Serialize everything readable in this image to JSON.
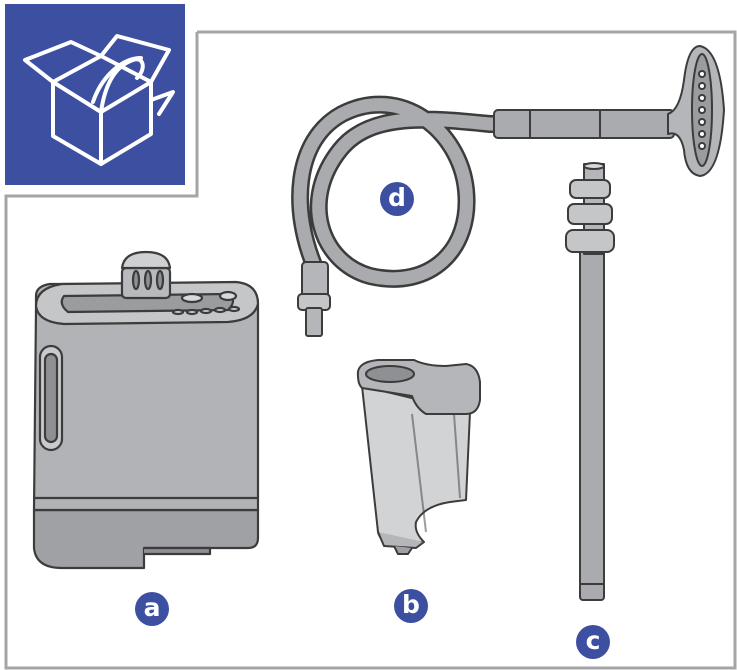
{
  "labels": {
    "a": "a",
    "b": "b",
    "c": "c",
    "d": "d"
  },
  "icons": {
    "unboxing": "open-box-icon"
  },
  "colors": {
    "accent": "#3d4fa0",
    "frame": "#a5a5a5",
    "part_fill": "#a9abae",
    "part_outline": "#3c3c3c",
    "clear_part": "#cfd0d2"
  }
}
